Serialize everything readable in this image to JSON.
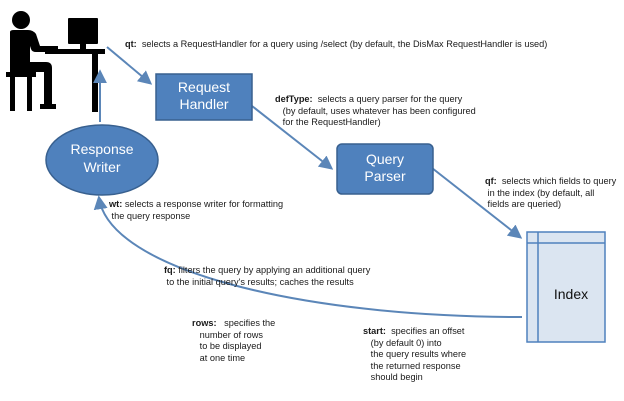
{
  "colors": {
    "box_fill": "#4f81bd",
    "box_stroke": "#38608f",
    "arrow": "#5b86b8",
    "index_fill": "#dbe5f1",
    "index_stroke": "#4f81bd",
    "person": "#000000"
  },
  "icons": {
    "user": "person-at-computer-icon"
  },
  "nodes": {
    "request_handler": {
      "line1": "Request",
      "line2": "Handler"
    },
    "query_parser": {
      "line1": "Query",
      "line2": "Parser"
    },
    "response_writer": {
      "line1": "Response",
      "line2": "Writer"
    },
    "index": {
      "label": "Index"
    }
  },
  "annotations": {
    "qt": {
      "key": "qt:",
      "text": "  selects a RequestHandler for a query using /select (by default, the DisMax RequestHandler is used)"
    },
    "deftype": {
      "key": "defType:",
      "text": "  selects a query parser for the query\n   (by default, uses whatever has been configured\n   for the RequestHandler)"
    },
    "qf": {
      "key": "qf:",
      "text": "  selects which fields to query\n in the index (by default, all\n fields are queried)"
    },
    "wt": {
      "key": "wt:",
      "text": " selects a response writer for formatting\n the query response"
    },
    "fq": {
      "key": "fq:",
      "text": " filters the query by applying an additional query\n to the initial query's results; caches the results"
    },
    "rows": {
      "key": "rows:",
      "text": "   specifies the\n   number of rows\n   to be displayed\n   at one time"
    },
    "start": {
      "key": "start:",
      "text": "  specifies an offset\n   (by default 0) into\n   the query results where\n   the returned response\n   should begin"
    }
  }
}
